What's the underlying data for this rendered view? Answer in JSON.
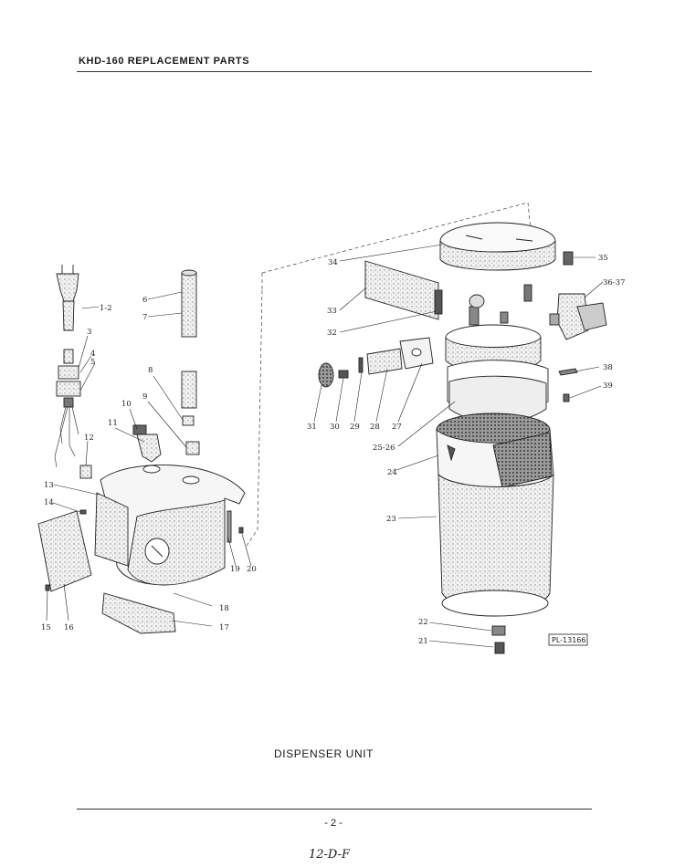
{
  "header": {
    "title": "KHD-160 REPLACEMENT PARTS"
  },
  "caption": "DISPENSER UNIT",
  "footer": {
    "page": "- 2 -",
    "handwritten": "12-D-F"
  },
  "diagram": {
    "plate_id": "PL-13166",
    "labels": {
      "p1_2": "1-2",
      "p3": "3",
      "p4": "4",
      "p5": "5",
      "p6": "6",
      "p7": "7",
      "p8": "8",
      "p9": "9",
      "p10": "10",
      "p11": "11",
      "p12": "12",
      "p13": "13",
      "p14": "14",
      "p15": "15",
      "p16": "16",
      "p17": "17",
      "p18": "18",
      "p19": "19",
      "p20": "20",
      "p21": "21",
      "p22": "22",
      "p23": "23",
      "p24": "24",
      "p25_26": "25-26",
      "p27": "27",
      "p28": "28",
      "p29": "29",
      "p30": "30",
      "p31": "31",
      "p32": "32",
      "p33": "33",
      "p34": "34",
      "p35": "35",
      "p36_37": "36-37",
      "p38": "38",
      "p39": "39"
    }
  }
}
